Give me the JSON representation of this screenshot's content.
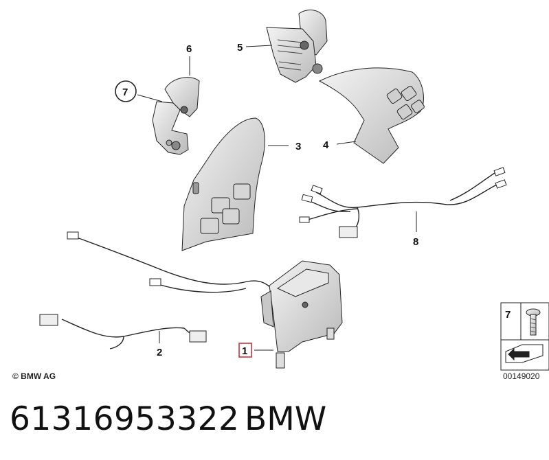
{
  "callouts": {
    "c1": "1",
    "c2": "2",
    "c3": "3",
    "c4": "4",
    "c5": "5",
    "c6": "6",
    "c7": "7",
    "c8": "8"
  },
  "legend": {
    "item_number": "7"
  },
  "copyright": "© BMW AG",
  "diagram_ref": "00149020",
  "footer": {
    "part_number": "61316953322",
    "brand": "BMW"
  },
  "colors": {
    "highlight": "#d0303a",
    "line": "#222222"
  }
}
